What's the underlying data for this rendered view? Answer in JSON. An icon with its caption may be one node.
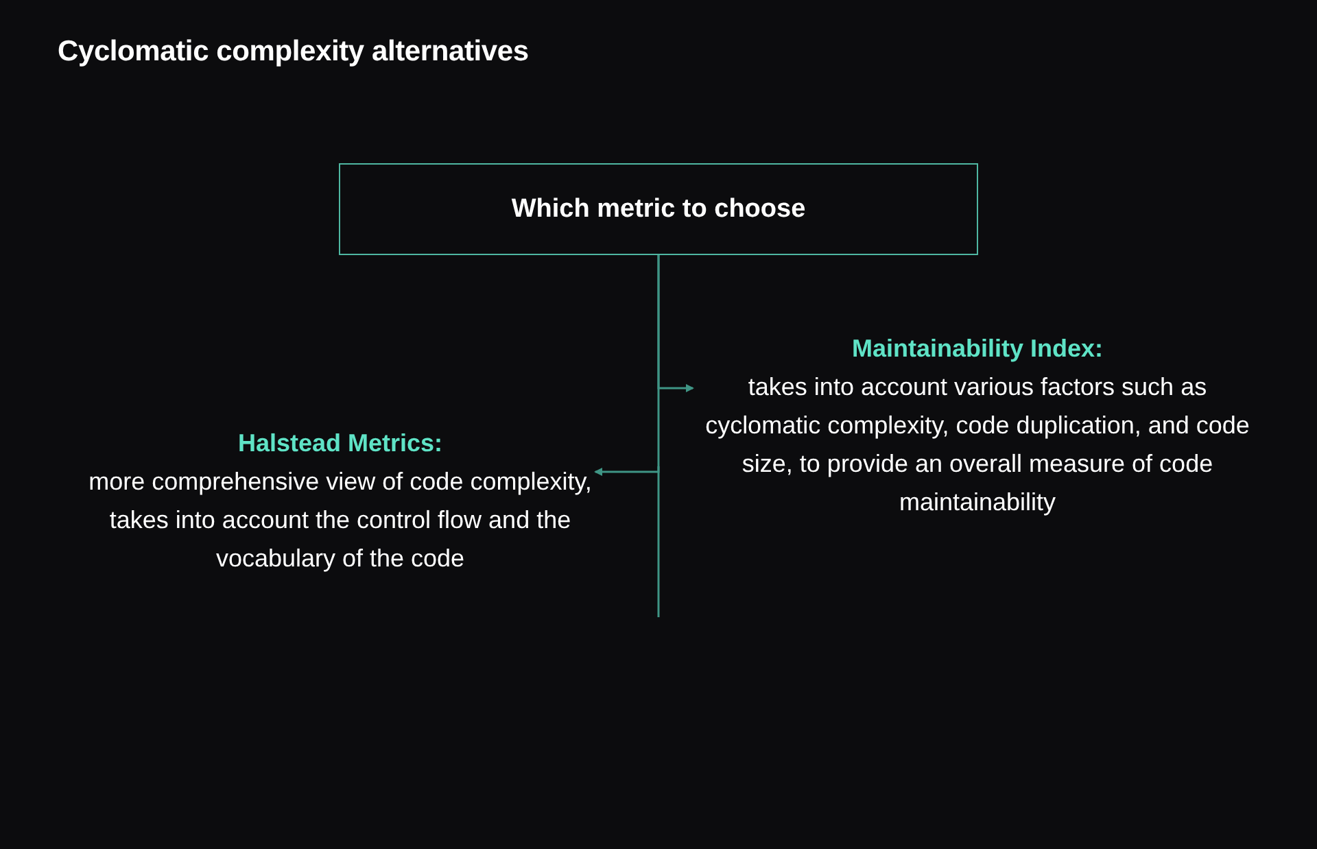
{
  "diagram": {
    "title": "Cyclomatic complexity alternatives",
    "nodes": [
      {
        "text": [
          "Which metric to choose"
        ]
      },
      {
        "text": [
          "Maintainability Index:",
          "takes into account various factors such as cyclomatic complexity, code duplication, and code size, to provide an overall measure of code maintainability"
        ]
      },
      {
        "text": [
          "Halstead Metrics:",
          "more comprehensive view of code complexity, takes into account the control flow and the vocabulary of the code"
        ]
      }
    ],
    "edges": [
      {
        "from": 0,
        "to": 1,
        "arrow": "to"
      },
      {
        "from": 0,
        "to": 2,
        "arrow": "to"
      }
    ]
  }
}
